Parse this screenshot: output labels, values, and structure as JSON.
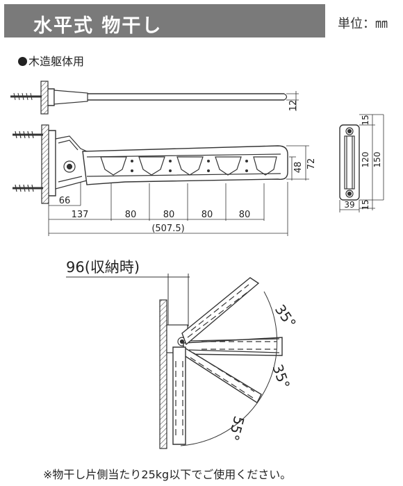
{
  "header": {
    "title": "水平式 物干し",
    "unit": "単位：㎜"
  },
  "section_label": "木造躯体用",
  "dimensions": {
    "thickness": "12",
    "height_48": "48",
    "height_72": "72",
    "mount_offset": "66",
    "first_hole": "137",
    "spacing": [
      "80",
      "80",
      "80",
      "80"
    ],
    "total_length": "(507.5)",
    "side_width": "39",
    "side_top": "15",
    "side_mid": "120",
    "side_total": "150",
    "side_bottom": "15"
  },
  "folding": {
    "stored_label": "96(収納時)",
    "angle_upper": "35°",
    "angle_lower": "35°",
    "angle_down": "55°"
  },
  "footer_note": "※物干し片側当たり25kg以下でご使用ください。",
  "colors": {
    "title_bg": "#7a7a7a",
    "line": "#333333"
  }
}
